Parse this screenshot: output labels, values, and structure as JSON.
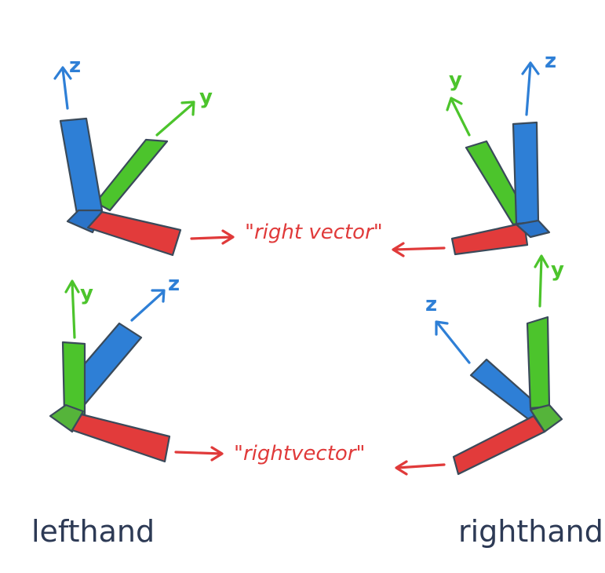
{
  "colors": {
    "x_axis": "#e23b3b",
    "y_axis": "#4cc42c",
    "z_axis": "#2e7fd6",
    "outline": "#3a4a5a",
    "callout": "#e03a3a",
    "caption": "#2d3a55"
  },
  "frames": {
    "left_top": {
      "y_label": "y",
      "z_label": "z"
    },
    "right_top": {
      "y_label": "y",
      "z_label": "z"
    },
    "left_bottom": {
      "y_label": "y",
      "z_label": "z"
    },
    "right_bottom": {
      "y_label": "y",
      "z_label": "z"
    }
  },
  "callouts": {
    "top": "\"right vector\"",
    "bottom": "\"rightvector\""
  },
  "captions": {
    "left": "lefthand",
    "right": "righthand"
  }
}
